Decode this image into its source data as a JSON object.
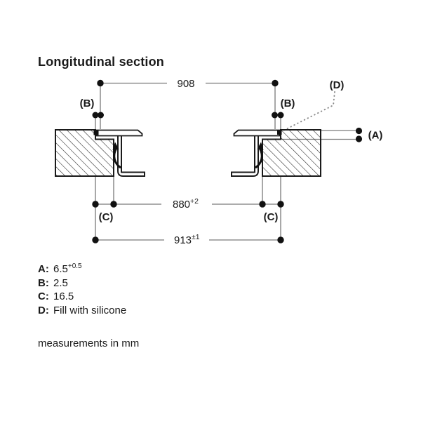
{
  "title": "Longitudinal section",
  "footer": "measurements in mm",
  "drawing": {
    "dim_908": {
      "value": "908",
      "sup": ""
    },
    "dim_880": {
      "value": "880",
      "sup": "+2"
    },
    "dim_913": {
      "value": "913",
      "sup": "±1"
    },
    "callout_a": "(A)",
    "callout_b_left": "(B)",
    "callout_b_right": "(B)",
    "callout_c_left": "(C)",
    "callout_c_right": "(C)",
    "callout_d": "(D)"
  },
  "legend": [
    {
      "key": "A:",
      "value": "6.5",
      "sup": "+0.5"
    },
    {
      "key": "B:",
      "value": "2.5",
      "sup": ""
    },
    {
      "key": "C:",
      "value": "16.5",
      "sup": ""
    },
    {
      "key": "D:",
      "value": "Fill with silicone",
      "sup": ""
    }
  ],
  "colors": {
    "ink": "#1a1a1a",
    "construction_line": "#7a7a7a",
    "background": "#ffffff"
  }
}
